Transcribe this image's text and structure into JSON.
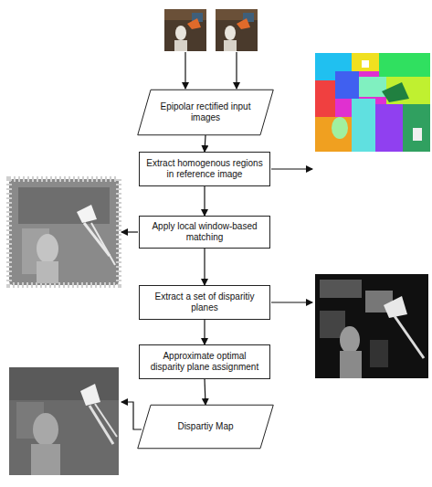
{
  "diagram": {
    "nodes": [
      {
        "text": [
          "Epipolar rectified input images"
        ]
      },
      {
        "text": [
          "Extract homogenous regions in reference image"
        ]
      },
      {
        "text": [
          "Apply local window-based matching"
        ]
      },
      {
        "text": [
          "Extract a set of disparitiy planes"
        ]
      },
      {
        "text": [
          "Approximate optimal disparity plane assignment"
        ]
      },
      {
        "text": [
          "Dispartiy Map"
        ]
      }
    ],
    "edges": [
      {
        "from": 0,
        "to": 1,
        "arrow": "to"
      },
      {
        "from": 1,
        "to": 2,
        "arrow": "to"
      },
      {
        "from": 2,
        "to": 3,
        "arrow": "to"
      },
      {
        "from": 3,
        "to": 4,
        "arrow": "to"
      },
      {
        "from": 4,
        "to": 5,
        "arrow": "to"
      }
    ]
  }
}
